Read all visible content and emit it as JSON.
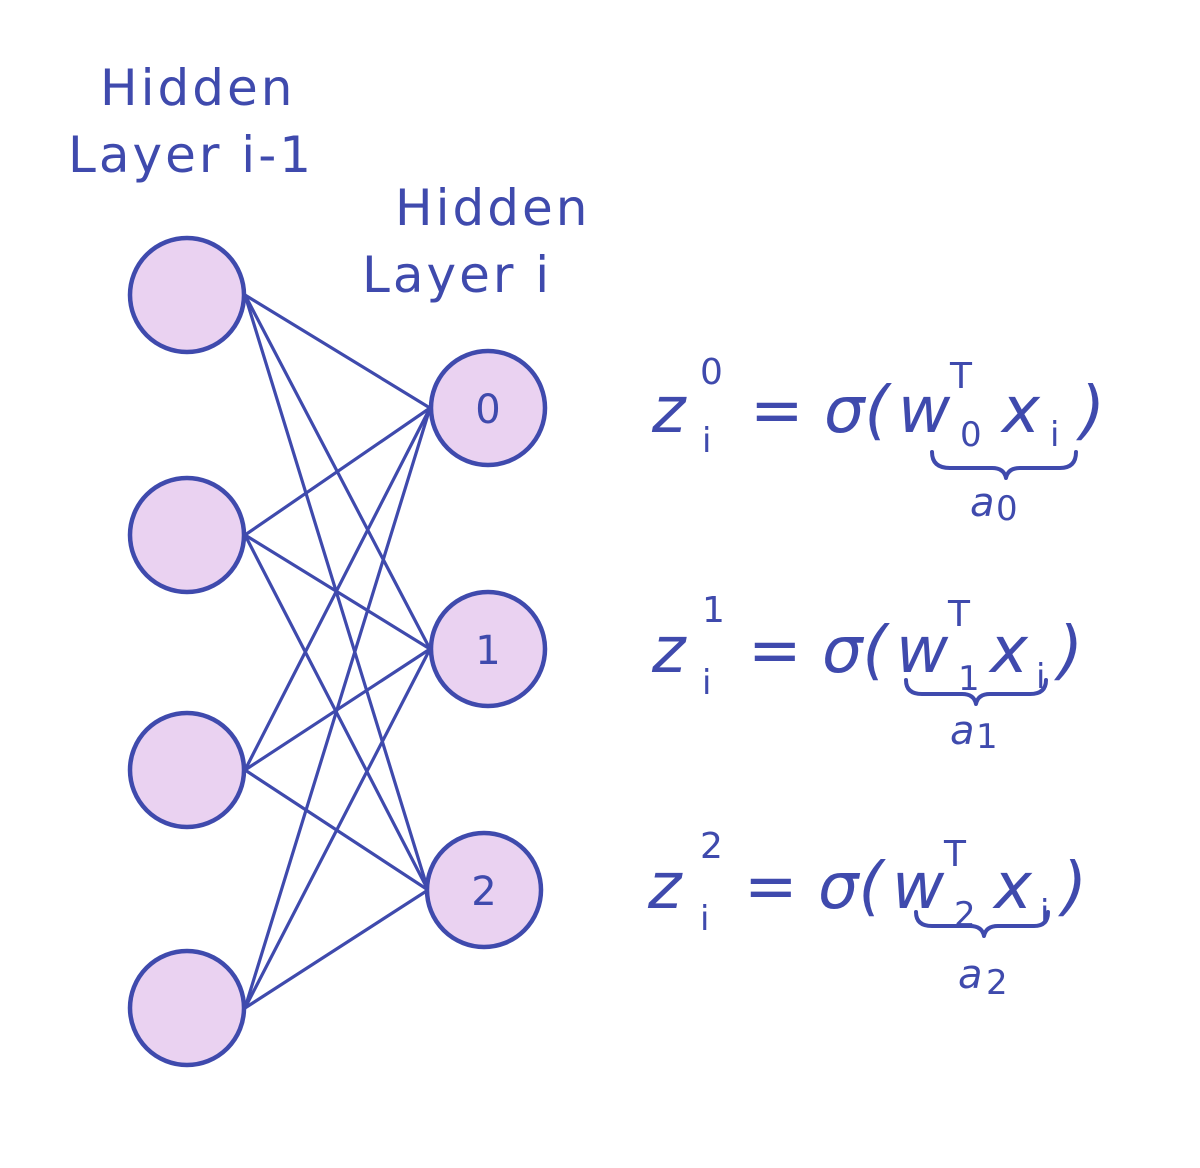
{
  "labels": {
    "prev_layer_line1": "Hidden",
    "prev_layer_line2": "Layer i-1",
    "curr_layer_line1": "Hidden",
    "curr_layer_line2": "Layer i"
  },
  "prev_layer_node_count": 4,
  "curr_layer_nodes": [
    "0",
    "1",
    "2"
  ],
  "equations": [
    {
      "lhs": "z",
      "lhs_sub": "i",
      "lhs_sup": "0",
      "op": "= σ(",
      "w": "w",
      "w_sub": "0",
      "w_sup": "T",
      "x": "x",
      "x_sub": "i",
      "close": ")",
      "under": "a",
      "under_sub": "0"
    },
    {
      "lhs": "z",
      "lhs_sub": "i",
      "lhs_sup": "1",
      "op": "= σ(",
      "w": "w",
      "w_sub": "1",
      "w_sup": "T",
      "x": "x",
      "x_sub": "i",
      "close": ")",
      "under": "a",
      "under_sub": "1"
    },
    {
      "lhs": "z",
      "lhs_sub": "i",
      "lhs_sup": "2",
      "op": "= σ(",
      "w": "w",
      "w_sub": "2",
      "w_sup": "T",
      "x": "x",
      "x_sub": "i",
      "close": ")",
      "under": "a",
      "under_sub": "2"
    }
  ],
  "colors": {
    "ink": "#3f4aad",
    "node_fill": "#ead2f1",
    "background": "#ffffff"
  }
}
